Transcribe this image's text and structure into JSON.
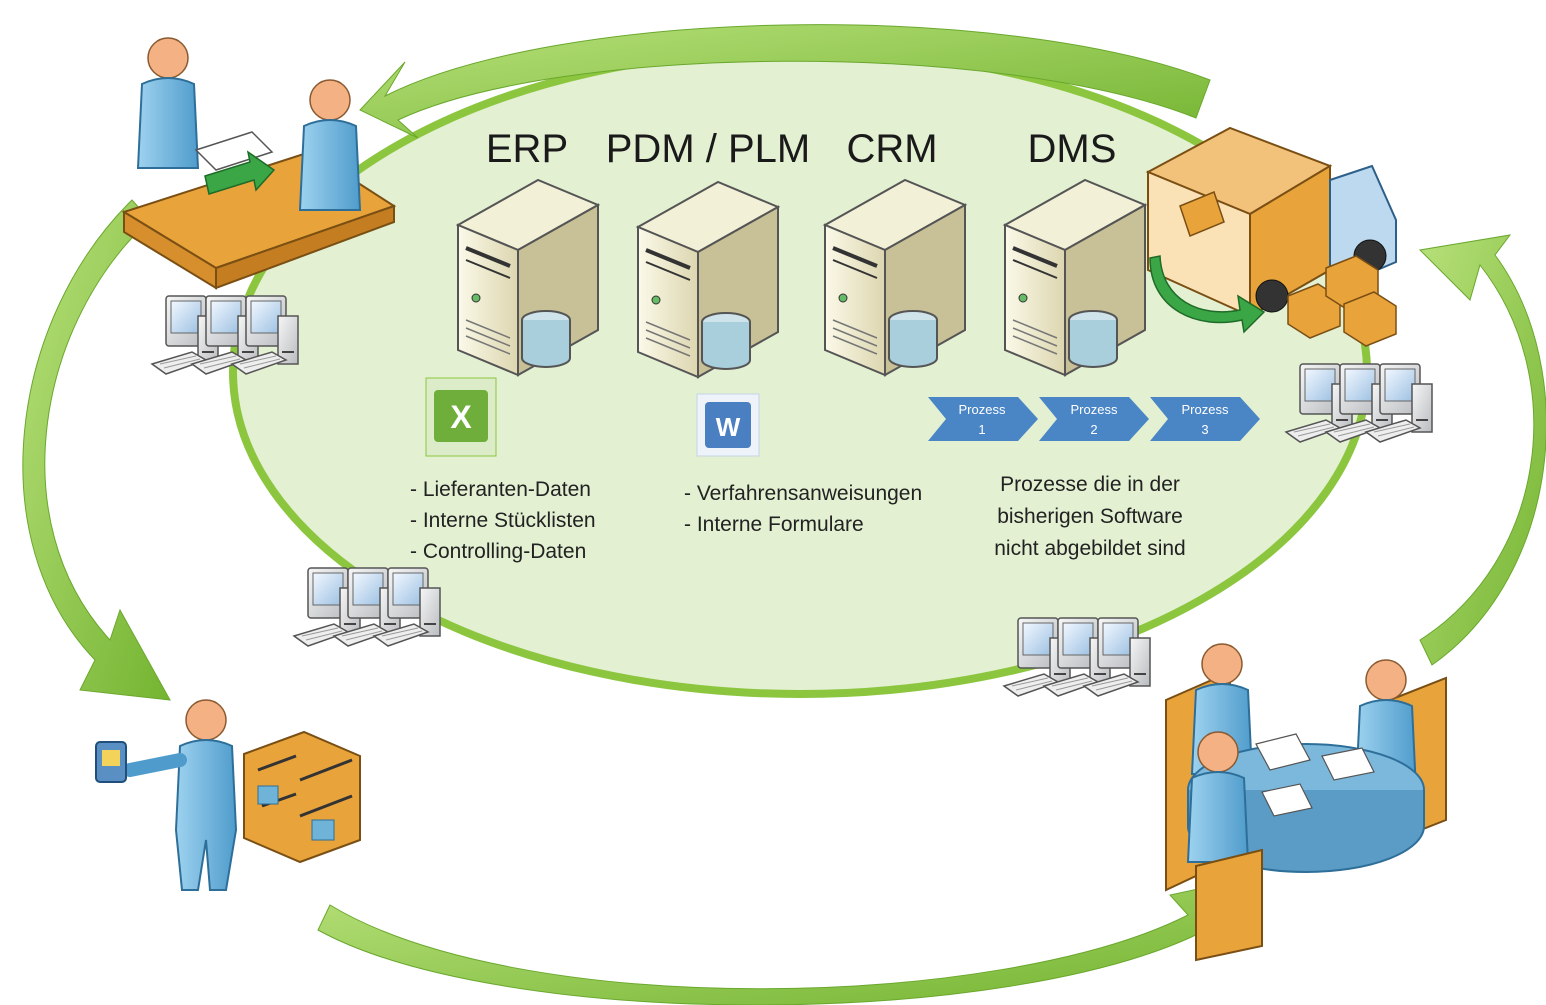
{
  "systems": [
    "ERP",
    "PDM / PLM",
    "CRM",
    "DMS"
  ],
  "excel_notes": [
    "- Lieferanten-Daten",
    "- Interne Stücklisten",
    "- Controlling-Daten"
  ],
  "word_notes": [
    "- Verfahrensanweisungen",
    "- Interne Formulare"
  ],
  "processes": [
    {
      "label": "Prozess",
      "number": "1"
    },
    {
      "label": "Prozess",
      "number": "2"
    },
    {
      "label": "Prozess",
      "number": "3"
    }
  ],
  "process_note": [
    "Prozesse die in der",
    "bisherigen Software",
    "nicht abgebildet sind"
  ],
  "icons": {
    "excel": "excel-icon",
    "word": "word-icon",
    "server": "server-icon",
    "workstations": "workstation-group-icon",
    "truck": "delivery-truck-icon"
  },
  "colors": {
    "arrow_green": "#8cc63f",
    "ellipse_fill": "#e3f0d2",
    "chevron_blue": "#4a86c5",
    "person_blue": "#6fb3d9",
    "person_skin": "#f4b183",
    "box_orange": "#e8a33b"
  }
}
